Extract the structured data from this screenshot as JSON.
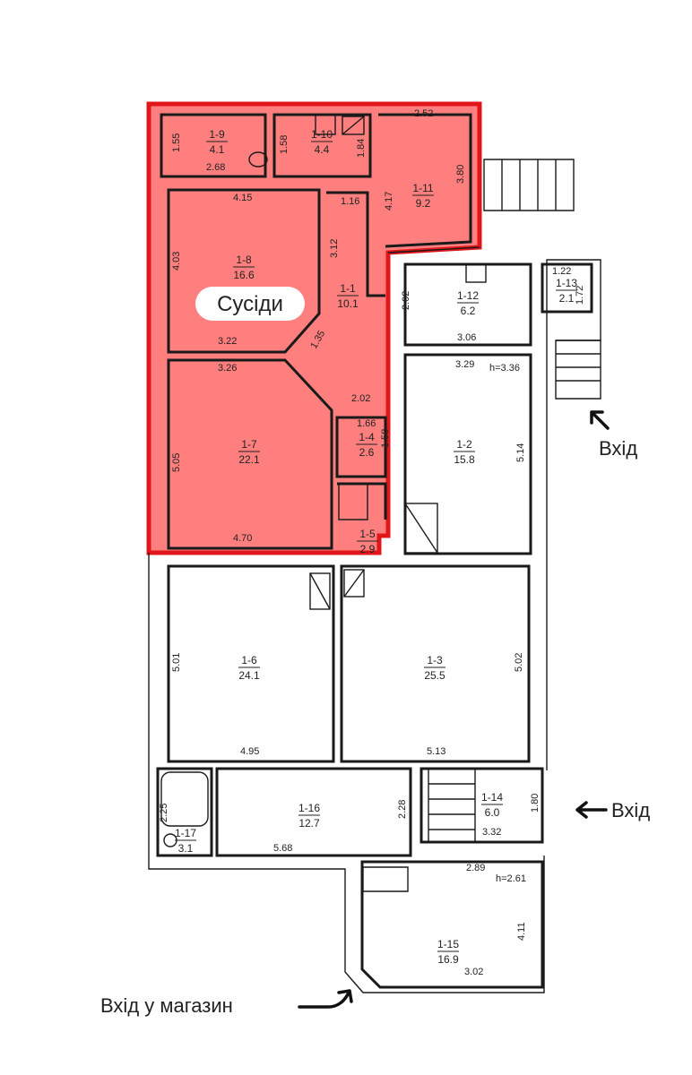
{
  "neighbors_label": "Сусіди",
  "entry_labels": {
    "right_top": "Вхід",
    "right_mid": "Вхід",
    "shop": "Вхід у магазин"
  },
  "heights": {
    "h1": "h=3.36",
    "h2": "h=2.61"
  },
  "colors": {
    "highlight_fill": "#ff7f7f",
    "highlight_stroke": "#e0161b",
    "wall": "#1a1a1a"
  },
  "rooms": [
    {
      "id": "1-1",
      "area": "10.1"
    },
    {
      "id": "1-2",
      "area": "15.8"
    },
    {
      "id": "1-3",
      "area": "25.5"
    },
    {
      "id": "1-4",
      "area": "2.6"
    },
    {
      "id": "1-5",
      "area": "2.9"
    },
    {
      "id": "1-6",
      "area": "24.1"
    },
    {
      "id": "1-7",
      "area": "22.1"
    },
    {
      "id": "1-8",
      "area": "16.6"
    },
    {
      "id": "1-9",
      "area": "4.1"
    },
    {
      "id": "1-10",
      "area": "4.4"
    },
    {
      "id": "1-11",
      "area": "9.2"
    },
    {
      "id": "1-12",
      "area": "6.2"
    },
    {
      "id": "1-13",
      "area": "2.1"
    },
    {
      "id": "1-14",
      "area": "6.0"
    },
    {
      "id": "1-15",
      "area": "16.9"
    },
    {
      "id": "1-16",
      "area": "12.7"
    },
    {
      "id": "1-17",
      "area": "3.1"
    }
  ],
  "dimensions": [
    "2.52",
    "1.55",
    "2.68",
    "1.58",
    "1.84",
    "3.80",
    "4.15",
    "1.16",
    "4.17",
    "4.03",
    "3.12",
    "3.22",
    "1.35",
    "3.26",
    "2.02",
    "1.66",
    "1.58",
    "5.05",
    "4.70",
    "2.02",
    "3.06",
    "3.29",
    "5.14",
    "1.22",
    "1.72",
    "5.01",
    "4.95",
    "5.02",
    "5.13",
    "2.25",
    "2.28",
    "5.68",
    "1.80",
    "3.32",
    "2.89",
    "4.11",
    "3.02"
  ]
}
